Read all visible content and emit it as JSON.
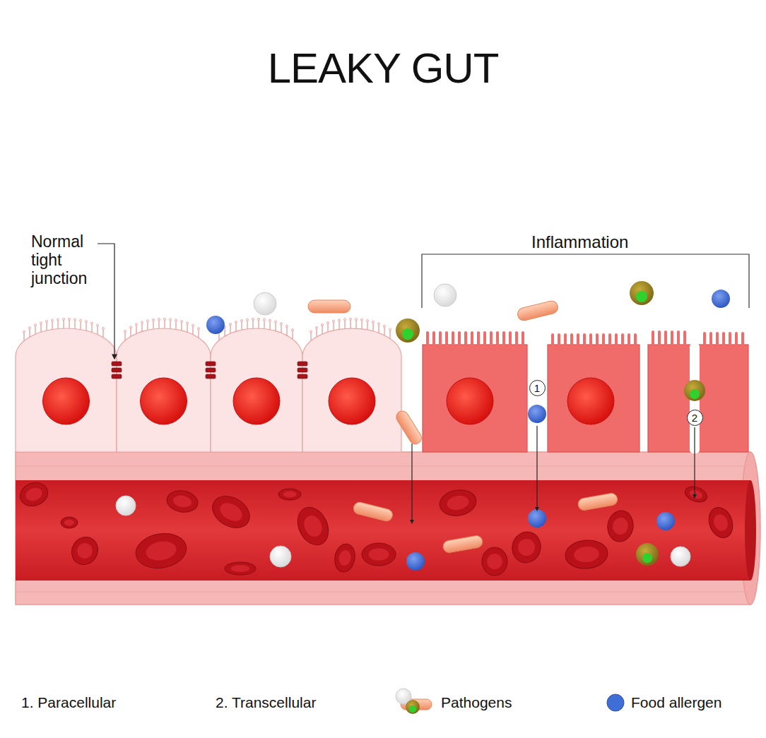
{
  "diagram": {
    "title": "LEAKY GUT",
    "nodes": [
      {
        "text": [
          "1"
        ]
      },
      {
        "text": [
          "2"
        ]
      }
    ],
    "labels": [
      "Normal tight junction",
      "Inflammation"
    ],
    "legend": [
      {
        "text": "1. Paracellular"
      },
      {
        "text": "2. Transcellular"
      },
      {
        "text": "Pathogens"
      },
      {
        "text": "Food allergen",
        "color": "#3f6fd6"
      }
    ]
  }
}
